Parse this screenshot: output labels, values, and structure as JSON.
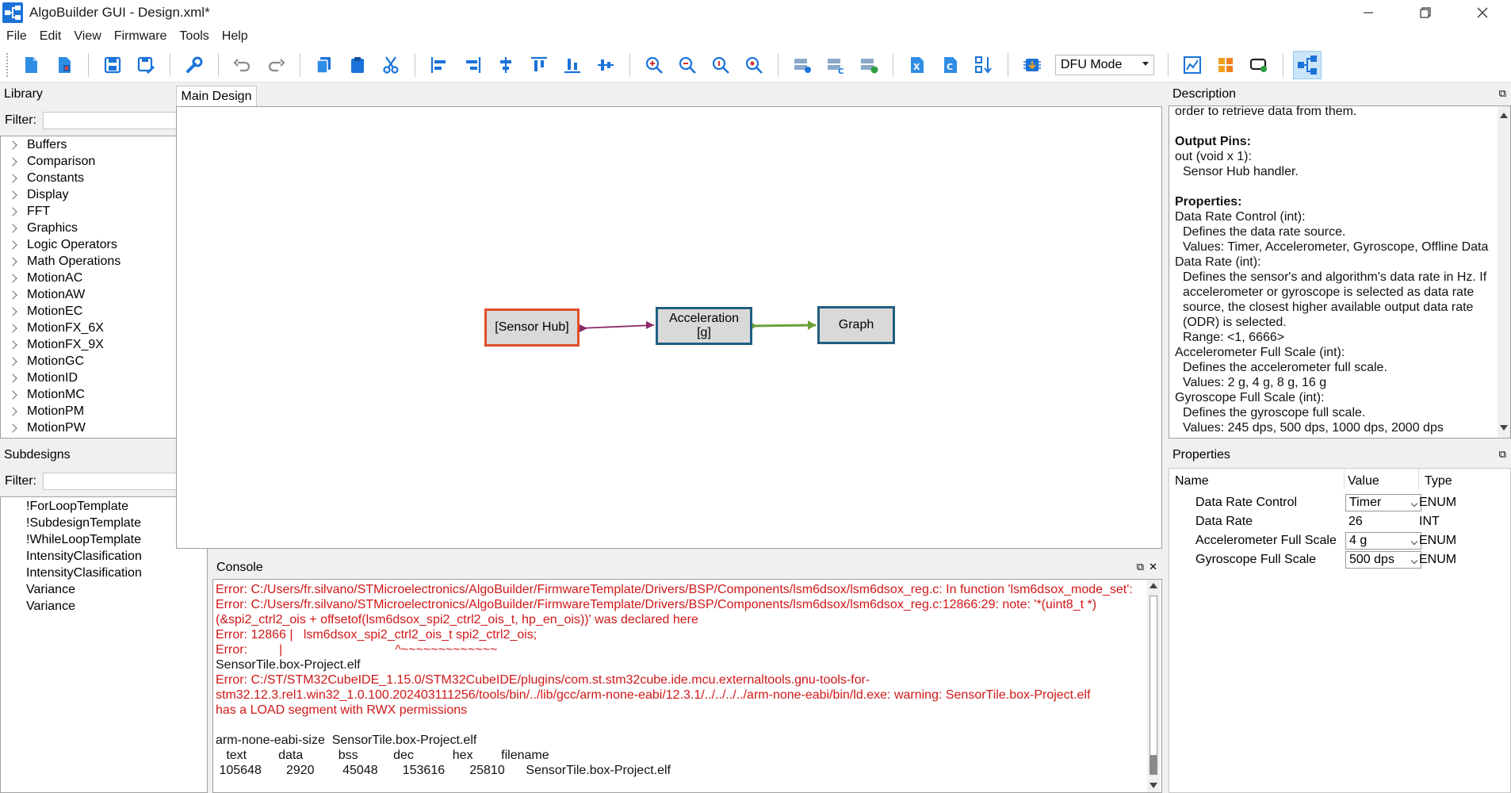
{
  "window": {
    "title": "AlgoBuilder GUI - Design.xml*"
  },
  "menu": [
    "File",
    "Edit",
    "View",
    "Firmware",
    "Tools",
    "Help"
  ],
  "toolbar": {
    "mode_select": "DFU Mode",
    "colors": {
      "blue": "#1a73d9",
      "red": "#d03030",
      "accent": "#1a73d9"
    }
  },
  "library": {
    "title": "Library",
    "filter_label": "Filter:",
    "filter_clear": "X",
    "items": [
      "Buffers",
      "Comparison",
      "Constants",
      "Display",
      "FFT",
      "Graphics",
      "Logic Operators",
      "Math Operations",
      "MotionAC",
      "MotionAW",
      "MotionEC",
      "MotionFX_6X",
      "MotionFX_9X",
      "MotionGC",
      "MotionID",
      "MotionMC",
      "MotionPM",
      "MotionPW"
    ]
  },
  "subdesigns": {
    "title": "Subdesigns",
    "filter_label": "Filter:",
    "filter_clear": "X",
    "items": [
      "!ForLoopTemplate",
      "!SubdesignTemplate",
      "!WhileLoopTemplate",
      "IntensityClasification",
      "IntensityClasification",
      "Variance",
      "Variance"
    ]
  },
  "design": {
    "tab": "Main Design",
    "blocks": {
      "sensor_hub": "[Sensor Hub]",
      "acceleration_l1": "Acceleration",
      "acceleration_l2": "[g]",
      "graph": "Graph"
    },
    "colors": {
      "sensor_border": "#e0502a",
      "block_border": "#1f5f82",
      "wire1": "#8a2a6a",
      "wire2": "#6aa038"
    }
  },
  "console": {
    "title": "Console",
    "lines": [
      {
        "kind": "err",
        "text": "Error: C:/Users/fr.silvano/STMicroelectronics/AlgoBuilder/FirmwareTemplate/Drivers/BSP/Components/lsm6dsox/lsm6dsox_reg.c: In function 'lsm6dsox_mode_set':"
      },
      {
        "kind": "err",
        "text": "Error: C:/Users/fr.silvano/STMicroelectronics/AlgoBuilder/FirmwareTemplate/Drivers/BSP/Components/lsm6dsox/lsm6dsox_reg.c:12866:29: note: '*(uint8_t *)"
      },
      {
        "kind": "err",
        "text": "(&spi2_ctrl2_ois + offsetof(lsm6dsox_spi2_ctrl2_ois_t, hp_en_ois))' was declared here"
      },
      {
        "kind": "err",
        "text": "Error: 12866 |   lsm6dsox_spi2_ctrl2_ois_t spi2_ctrl2_ois;"
      },
      {
        "kind": "err",
        "text": "Error:         |                                ^~~~~~~~~~~~~~"
      },
      {
        "kind": "plain",
        "text": "SensorTile.box-Project.elf"
      },
      {
        "kind": "err",
        "text": "Error: C:/ST/STM32CubeIDE_1.15.0/STM32CubeIDE/plugins/com.st.stm32cube.ide.mcu.externaltools.gnu-tools-for-"
      },
      {
        "kind": "err",
        "text": "stm32.12.3.rel1.win32_1.0.100.202403111256/tools/bin/../lib/gcc/arm-none-eabi/12.3.1/../../../../arm-none-eabi/bin/ld.exe: warning: SensorTile.box-Project.elf"
      },
      {
        "kind": "err",
        "text": "has a LOAD segment with RWX permissions"
      },
      {
        "kind": "plain",
        "text": " "
      },
      {
        "kind": "plain",
        "text": "arm-none-eabi-size  SensorTile.box-Project.elf"
      },
      {
        "kind": "plain",
        "text": "   text         data          bss          dec           hex        filename"
      },
      {
        "kind": "plain",
        "text": " 105648       2920        45048       153616       25810      SensorTile.box-Project.elf"
      }
    ]
  },
  "description": {
    "title": "Description",
    "lines": [
      {
        "kind": "text",
        "text": "order to retrieve data from them."
      },
      {
        "kind": "gap",
        "text": " "
      },
      {
        "kind": "head",
        "text": "Output Pins:"
      },
      {
        "kind": "text",
        "text": "out (void x 1):"
      },
      {
        "kind": "indent",
        "text": "Sensor Hub handler."
      },
      {
        "kind": "gap",
        "text": " "
      },
      {
        "kind": "head",
        "text": "Properties:"
      },
      {
        "kind": "text",
        "text": "Data Rate Control (int):"
      },
      {
        "kind": "indent",
        "text": "Defines the data rate source."
      },
      {
        "kind": "indent",
        "text": "Values: Timer, Accelerometer, Gyroscope, Offline Data"
      },
      {
        "kind": "text",
        "text": "Data Rate (int):"
      },
      {
        "kind": "indent",
        "text": "Defines the sensor's and algorithm's data rate in Hz. If"
      },
      {
        "kind": "indent",
        "text": "accelerometer or gyroscope is selected as data rate"
      },
      {
        "kind": "indent",
        "text": "source, the closest higher available output data rate"
      },
      {
        "kind": "indent",
        "text": "(ODR) is selected."
      },
      {
        "kind": "indent",
        "text": "Range: <1, 6666>"
      },
      {
        "kind": "text",
        "text": "Accelerometer Full Scale (int):"
      },
      {
        "kind": "indent",
        "text": "Defines the accelerometer full scale."
      },
      {
        "kind": "indent",
        "text": "Values: 2 g, 4 g, 8 g, 16 g"
      },
      {
        "kind": "text",
        "text": "Gyroscope Full Scale (int):"
      },
      {
        "kind": "indent",
        "text": "Defines the gyroscope full scale."
      },
      {
        "kind": "indent",
        "text": "Values: 245 dps, 500 dps, 1000 dps, 2000 dps"
      }
    ]
  },
  "properties": {
    "title": "Properties",
    "headers": {
      "name": "Name",
      "value": "Value",
      "type": "Type"
    },
    "rows": [
      {
        "name": "Data Rate Control",
        "value": "Timer",
        "type": "ENUM",
        "dropdown": true
      },
      {
        "name": "Data Rate",
        "value": "26",
        "type": "INT",
        "dropdown": false
      },
      {
        "name": "Accelerometer Full Scale",
        "value": "4 g",
        "type": "ENUM",
        "dropdown": true
      },
      {
        "name": "Gyroscope Full Scale",
        "value": "500 dps",
        "type": "ENUM",
        "dropdown": true
      }
    ]
  }
}
